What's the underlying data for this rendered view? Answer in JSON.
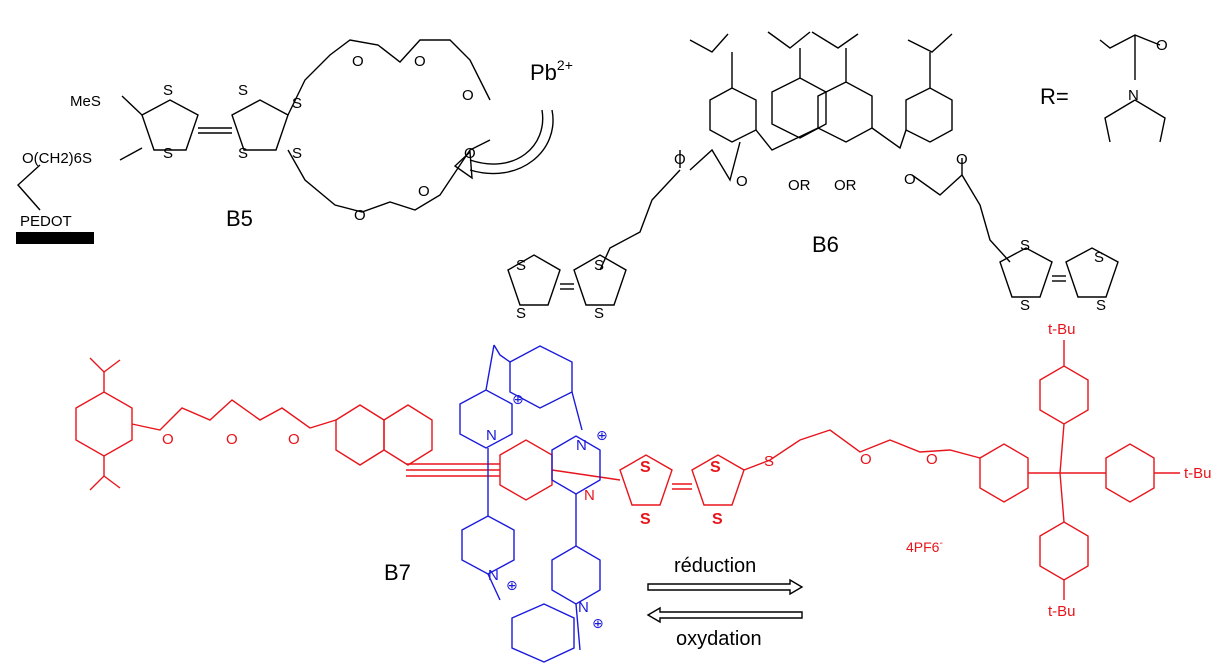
{
  "compounds": {
    "b5": {
      "label": "B5",
      "atoms": {
        "mes": "MeS",
        "linker": "O(CH2)6S",
        "polymer": "PEDOT",
        "s": "S",
        "o": "O"
      },
      "metal_ion": "Pb",
      "metal_charge": "2+"
    },
    "b6": {
      "label": "B6",
      "substituent_label": "R=",
      "atoms": {
        "s": "S",
        "o": "O",
        "or": "OR",
        "n": "N"
      }
    },
    "b7": {
      "label": "B7",
      "atoms": {
        "s": "S",
        "o": "O",
        "n": "N",
        "tbu": "t-Bu",
        "plus": "⊕"
      },
      "counterion": "4PF6",
      "counterion_charge": "-"
    }
  },
  "arrows": {
    "forward": "réduction",
    "reverse": "oxydation"
  },
  "colors": {
    "structure": "#000000",
    "guest": "#e8141b",
    "host": "#1a1adc"
  }
}
